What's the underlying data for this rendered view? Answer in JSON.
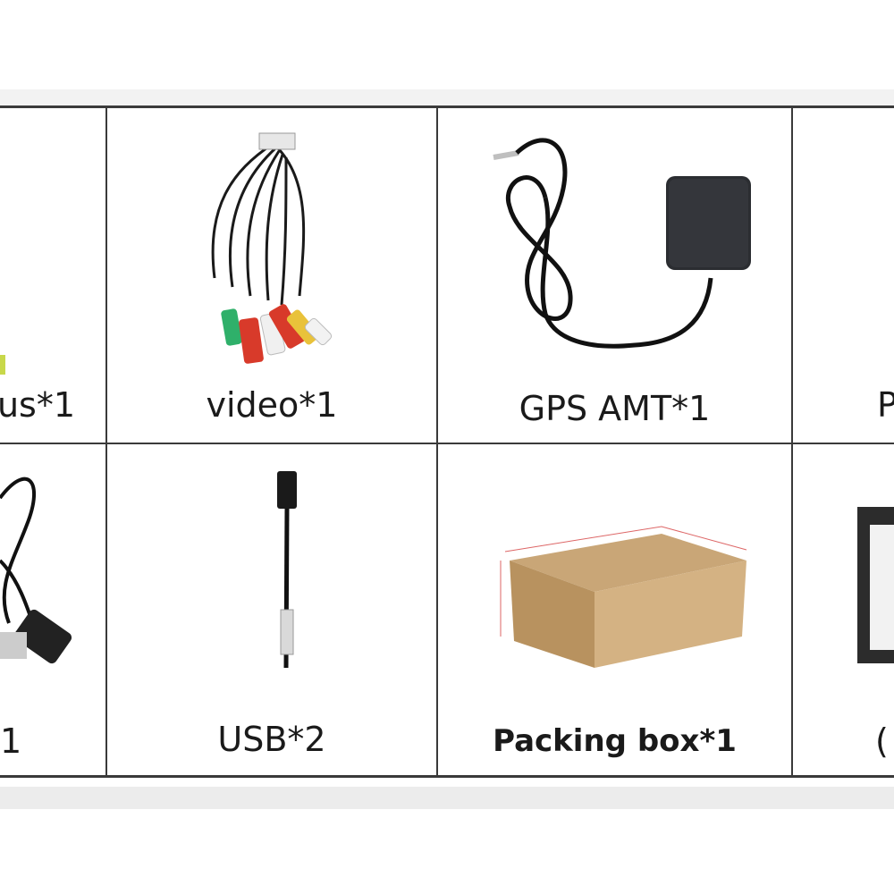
{
  "row1": {
    "col0_label": "us*1",
    "col1_label": "video*1",
    "col2_label": "GPS AMT*1",
    "col3_label": "P"
  },
  "row2": {
    "col0_label": "1",
    "col1_label": "USB*2",
    "col2_label": "Packing box*1",
    "col3_label": "("
  }
}
